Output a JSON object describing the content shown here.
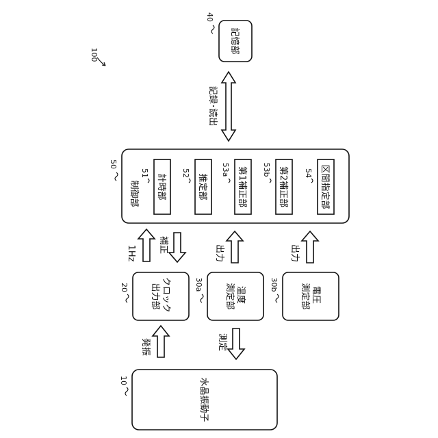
{
  "system_ref": "100",
  "blocks": {
    "crystal": {
      "ref": "10",
      "label": "水晶振動子"
    },
    "clock": {
      "ref": "20",
      "label_line1": "クロック",
      "label_line2": "出力部"
    },
    "temp": {
      "ref": "30a",
      "label_line1": "温度",
      "label_line2": "測定部"
    },
    "volt": {
      "ref": "30b",
      "label_line1": "電圧",
      "label_line2": "測定部"
    },
    "storage": {
      "ref": "40",
      "label": "記憶部"
    },
    "control": {
      "ref": "50",
      "label": "制御部",
      "units": [
        {
          "ref": "51",
          "label": "計時部"
        },
        {
          "ref": "52",
          "label": "推定部"
        },
        {
          "ref": "53a",
          "label": "第1補正部"
        },
        {
          "ref": "53b",
          "label": "第2補正部"
        },
        {
          "ref": "54",
          "label": "区間指定部"
        }
      ]
    }
  },
  "arrows": {
    "oscillation": "発振",
    "measurement": "測定",
    "hz": "1Hz",
    "correction": "補正",
    "output_temp": "出力",
    "output_volt": "出力",
    "record_read": "記録･読出"
  }
}
